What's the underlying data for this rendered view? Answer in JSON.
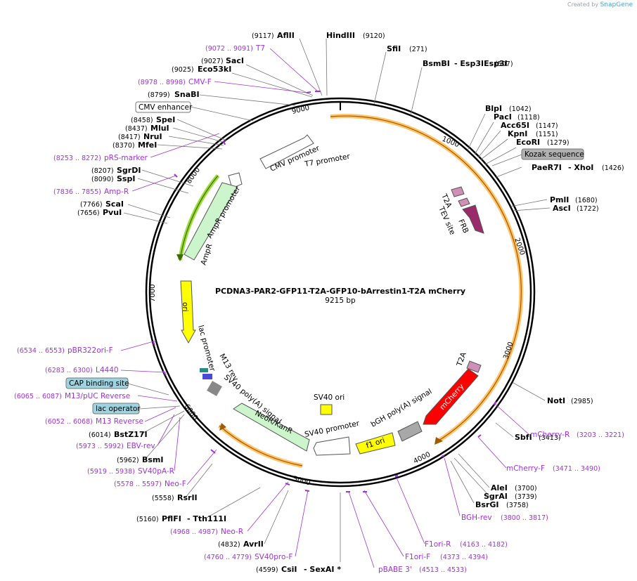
{
  "watermark": {
    "prefix": "Created by",
    "brand": "SnapGene"
  },
  "plasmid": {
    "name": "PCDNA3-PAR2-GFP11-T2A-GFP10-bArrestin1-T2A mCherry",
    "length_label": "9215 bp",
    "length": 9215
  },
  "ticks": [
    "1000",
    "2000",
    "3000",
    "4000",
    "5000",
    "6000",
    "7000",
    "8000",
    "9000"
  ],
  "colors": {
    "ori": "#ffff00",
    "ampr": "#ccf5cc",
    "mcherry": "#ff0000",
    "frb": "#9b2a6a",
    "t2a": "#d08fb4",
    "orf": "#ffa020",
    "ampr_orf": "#99dd33",
    "primer": "#a033d8",
    "gray_box": "#a8a8a8",
    "cyan_box": "#9ed3e0"
  },
  "enzymes": [
    {
      "name": "AflII",
      "pos": "(9117)"
    },
    {
      "name": "HindIII",
      "pos": "(9120)"
    },
    {
      "name": "SfiI",
      "pos": "(271)"
    },
    {
      "name": "BsmBI",
      "pos": "(507)"
    },
    {
      "name": "Esp3I",
      "pos": ""
    },
    {
      "name": "SacI",
      "pos": "(9027)"
    },
    {
      "name": "Eco53kI",
      "pos": "(9025)"
    },
    {
      "name": "SnaBI",
      "pos": "(8799)"
    },
    {
      "name": "SpeI",
      "pos": "(8458)"
    },
    {
      "name": "MluI",
      "pos": "(8437)"
    },
    {
      "name": "NruI",
      "pos": "(8417)"
    },
    {
      "name": "MfeI",
      "pos": "(8370)"
    },
    {
      "name": "SgrDI",
      "pos": "(8207)"
    },
    {
      "name": "SspI",
      "pos": "(8090)"
    },
    {
      "name": "ScaI",
      "pos": "(7766)"
    },
    {
      "name": "PvuI",
      "pos": "(7656)"
    },
    {
      "name": "BlpI",
      "pos": "(1042)"
    },
    {
      "name": "PacI",
      "pos": "(1118)"
    },
    {
      "name": "Acc65I",
      "pos": "(1147)"
    },
    {
      "name": "KpnI",
      "pos": "(1151)"
    },
    {
      "name": "EcoRI",
      "pos": "(1279)"
    },
    {
      "name": "PaeR7I",
      "pos": "(1426)"
    },
    {
      "name": "XhoI",
      "pos": ""
    },
    {
      "name": "PmlI",
      "pos": "(1680)"
    },
    {
      "name": "AscI",
      "pos": "(1722)"
    },
    {
      "name": "NotI",
      "pos": "(2985)"
    },
    {
      "name": "SbfI",
      "pos": "(3413)"
    },
    {
      "name": "AleI",
      "pos": "(3700)"
    },
    {
      "name": "SgrAI",
      "pos": "(3739)"
    },
    {
      "name": "BsrGI",
      "pos": "(3758)"
    },
    {
      "name": "BstZ17I",
      "pos": "(6014)"
    },
    {
      "name": "BsmI",
      "pos": "(5962)"
    },
    {
      "name": "RsrII",
      "pos": "(5558)"
    },
    {
      "name": "PflFI",
      "pos": "(5160)"
    },
    {
      "name": "Tth111I",
      "pos": ""
    },
    {
      "name": "AvrII",
      "pos": "(4832)"
    },
    {
      "name": "CsiI",
      "pos": "(4599)"
    },
    {
      "name": "SexAI *",
      "pos": ""
    }
  ],
  "primers": [
    {
      "name": "T7",
      "pos": "(9072 .. 9091)"
    },
    {
      "name": "CMV-F",
      "pos": "(8978 .. 8998)"
    },
    {
      "name": "pRS-marker",
      "pos": "(8253 .. 8272)"
    },
    {
      "name": "Amp-R",
      "pos": "(7836 .. 7855)"
    },
    {
      "name": "pBR322ori-F",
      "pos": "(6534 .. 6553)"
    },
    {
      "name": "L4440",
      "pos": "(6283 .. 6300)"
    },
    {
      "name": "M13/pUC Reverse",
      "pos": "(6065 .. 6087)"
    },
    {
      "name": "M13 Reverse",
      "pos": "(6052 .. 6068)"
    },
    {
      "name": "EBV-rev",
      "pos": "(5973 .. 5992)"
    },
    {
      "name": "SV40pA-R",
      "pos": "(5919 .. 5938)"
    },
    {
      "name": "Neo-F",
      "pos": "(5578 .. 5597)"
    },
    {
      "name": "Neo-R",
      "pos": "(4968 .. 4987)"
    },
    {
      "name": "SV40pro-F",
      "pos": "(4760 .. 4779)"
    },
    {
      "name": "pBABE 3'",
      "pos": "(4513 .. 4533)"
    },
    {
      "name": "F1ori-F",
      "pos": "(4373 .. 4394)"
    },
    {
      "name": "F1ori-R",
      "pos": "(4163 .. 4182)"
    },
    {
      "name": "BGH-rev",
      "pos": "(3800 .. 3817)"
    },
    {
      "name": "mCherry-F",
      "pos": "(3471 .. 3490)"
    },
    {
      "name": "mCherry-R",
      "pos": "(3203 .. 3221)"
    }
  ],
  "boxes": [
    {
      "name": "CMV enhancer"
    },
    {
      "name": "Kozak sequence"
    },
    {
      "name": "CAP binding site"
    },
    {
      "name": "lac operator"
    }
  ],
  "features": [
    {
      "name": "CMV promoter"
    },
    {
      "name": "T7 promoter"
    },
    {
      "name": "AmpR promoter"
    },
    {
      "name": "AmpR"
    },
    {
      "name": "ori"
    },
    {
      "name": "lac promoter"
    },
    {
      "name": "M13 rev"
    },
    {
      "name": "SV40 poly(A) signal"
    },
    {
      "name": "NeoR/KanR"
    },
    {
      "name": "SV40 promoter"
    },
    {
      "name": "SV40 ori"
    },
    {
      "name": "f1 ori"
    },
    {
      "name": "bGH poly(A) signal"
    },
    {
      "name": "mCherry"
    },
    {
      "name": "T2A"
    },
    {
      "name": "T2A"
    },
    {
      "name": "TEV site"
    },
    {
      "name": "FRB"
    }
  ]
}
